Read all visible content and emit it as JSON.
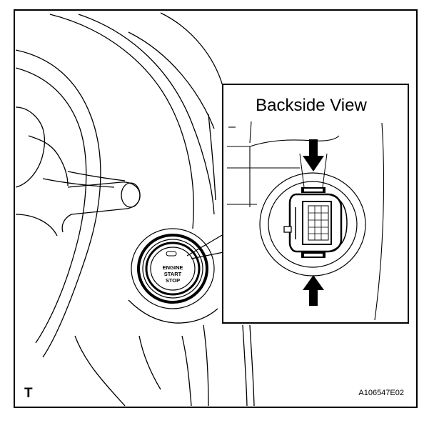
{
  "figure": {
    "inset_title": "Backside View",
    "button_text": {
      "line1": "ENGINE",
      "line2": "START",
      "line3": "STOP"
    },
    "corner_mark": "T",
    "figure_id": "A106547E02"
  },
  "colors": {
    "ink": "#000000",
    "paper": "#ffffff"
  },
  "icons": [
    "arrow-down-icon",
    "arrow-up-icon"
  ]
}
